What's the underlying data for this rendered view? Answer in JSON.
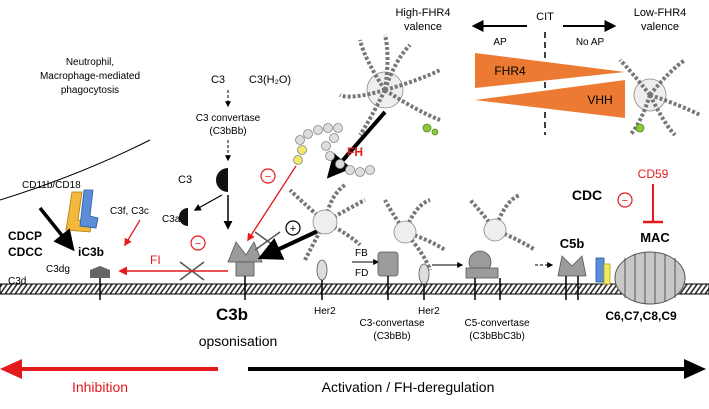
{
  "labels": {
    "high_fhr4": [
      "High-FHR4",
      "valence"
    ],
    "low_fhr4": [
      "Low-FHR4",
      "valence"
    ],
    "cit": "CIT",
    "ap": "AP",
    "no_ap": "No AP",
    "fhr4_wedge": "FHR4",
    "vhh_wedge": "VHH",
    "neutrophil": [
      "Neutrophil,",
      "Macrophage-mediated",
      "phagocytosis"
    ],
    "c3": "C3",
    "c3h2o": "C3(H₂O)",
    "c3_convertase_top": [
      "C3 convertase",
      "(C3bBb)"
    ],
    "fh": "FH",
    "c3_mid": "C3",
    "c3a": "C3a",
    "cd11b": "CD11b/CD18",
    "c3f_c3c": "C3f, C3c",
    "cdcp": "CDCP",
    "cdcc": "CDCC",
    "ic3b": "iC3b",
    "c3dg": "C3dg",
    "fi": "FI",
    "c3d": "C3d",
    "fb": "FB",
    "fd": "FD",
    "her2_a": "Her2",
    "her2_b": "Her2",
    "c3_convertase_bottom": [
      "C3-convertase",
      "(C3bBb)"
    ],
    "c5_convertase": [
      "C5-convertase",
      "(C3bBbC3b)"
    ],
    "c5b": "C5b",
    "cdc": "CDC",
    "cd59": "CD59",
    "mac": "MAC",
    "c6_c9": "C6,C7,C8,C9",
    "c3b": "C3b",
    "opsonisation": "opsonisation",
    "inhibition": "Inhibition",
    "activation": "Activation / FH-deregulation"
  },
  "symbols": {
    "minus": "−",
    "plus": "+"
  },
  "colors": {
    "red": "#e41a1c",
    "orange": "#ec7a32",
    "cd11b_yellow": "#f4b73f",
    "cd11b_blue": "#5b8ed6",
    "fh_yellow": "#f2e86a",
    "green": "#8ec63f",
    "c3b_gray": "#9b9b9b"
  }
}
